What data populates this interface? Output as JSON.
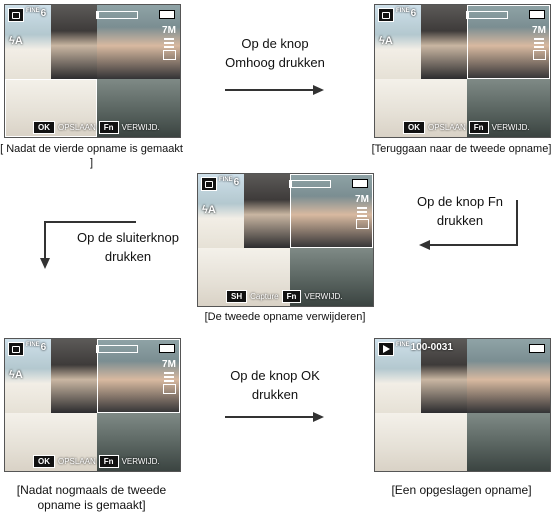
{
  "panels": {
    "p1": {
      "counter": "6",
      "counter_prefix": "FINE",
      "ok": "OK",
      "ok_label": "OPSLAAN",
      "fn": "Fn",
      "fn_label": "VERWIJD.",
      "caption": "[ Nadat de vierde opname is gemaakt ]",
      "side": "7M"
    },
    "p2": {
      "counter": "6",
      "counter_prefix": "FINE",
      "ok": "OK",
      "ok_label": "OPSLAAN",
      "fn": "Fn",
      "fn_label": "VERWIJD.",
      "caption": "[Teruggaan naar de tweede opname]",
      "side": "7M"
    },
    "p3": {
      "counter": "6",
      "counter_prefix": "FINE",
      "sh": "SH",
      "sh_label": "Capture",
      "fn": "Fn",
      "fn_label": "VERWIJD.",
      "caption": "[De tweede opname verwijderen]",
      "side": "7M"
    },
    "p4": {
      "counter": "6",
      "counter_prefix": "FINE",
      "ok": "OK",
      "ok_label": "OPSLAAN",
      "fn": "Fn",
      "fn_label": "VERWIJD.",
      "caption_line1": "[Nadat nogmaals de tweede",
      "caption_line2": "opname is gemaakt]",
      "side": "7M"
    },
    "p5": {
      "counter": "100-0031",
      "counter_prefix": "FINE",
      "caption": "[Een opgeslagen opname]"
    }
  },
  "instructions": {
    "i1": {
      "line1": "Op de knop",
      "line2": "Omhoog drukken"
    },
    "i2": {
      "line1": "Op de knop Fn",
      "line2": "drukken"
    },
    "i3": {
      "line1": "Op de sluiterknop",
      "line2": "drukken"
    },
    "i4": {
      "line1": "Op de knop OK",
      "line2": "drukken"
    }
  },
  "colors": {
    "screen_bg": "#7a8a86",
    "button_bg": "#111111",
    "text": "#111111"
  }
}
